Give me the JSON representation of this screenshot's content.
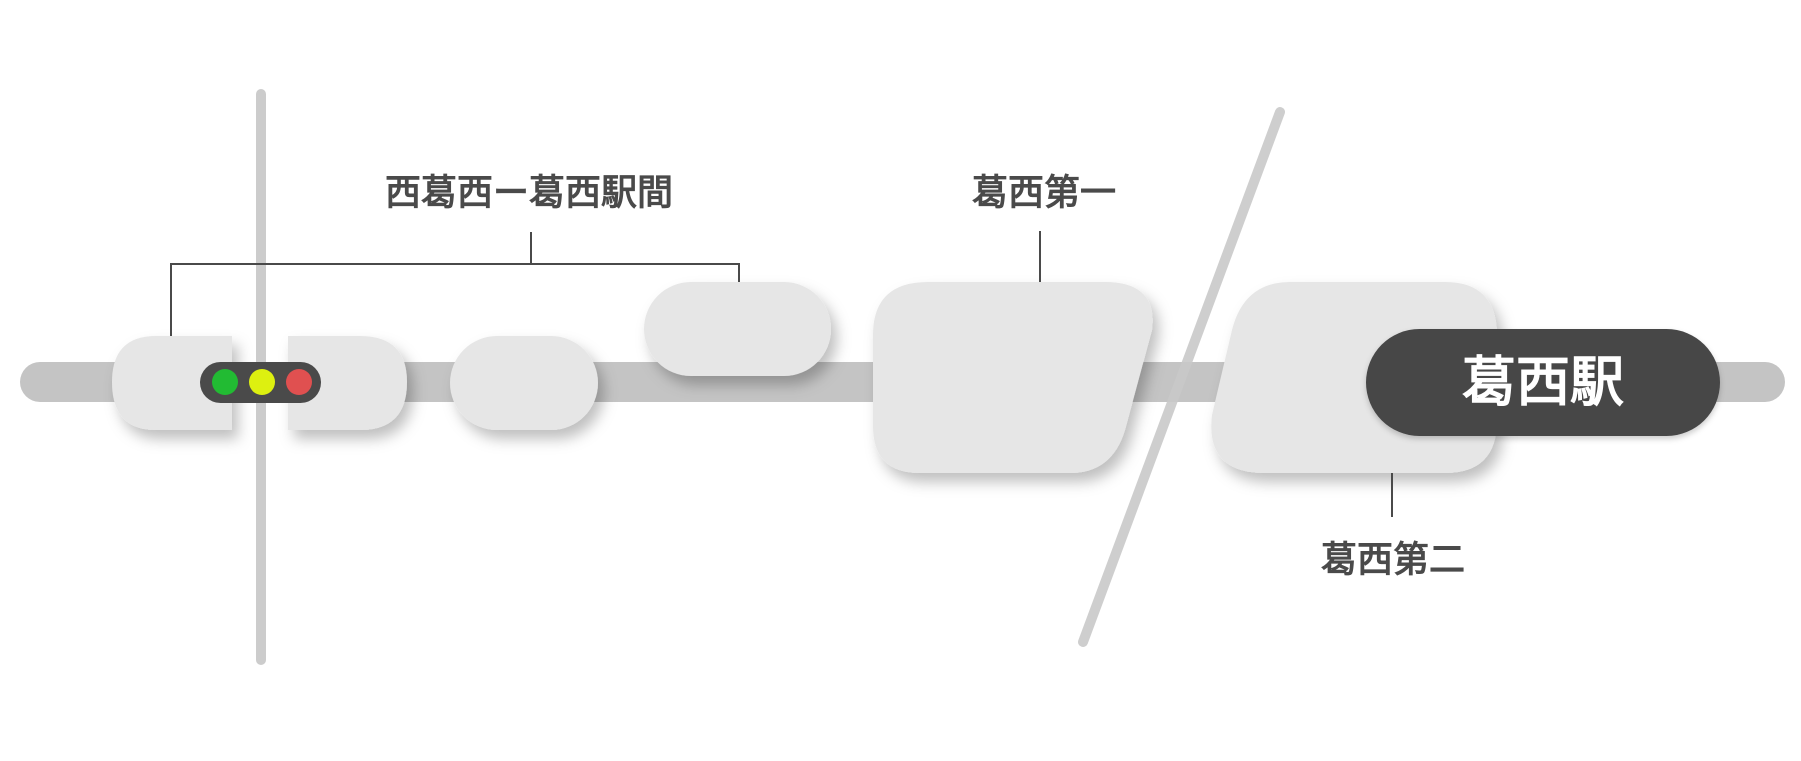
{
  "labels": {
    "section_label": "西葛西ー葛西駅間",
    "block_1_label": "葛西第一",
    "block_2_label": "葛西第二",
    "station_name": "葛西駅"
  },
  "signal": {
    "lamps": [
      {
        "name": "green",
        "color": "#22bb33"
      },
      {
        "name": "yellow",
        "color": "#ddf010"
      },
      {
        "name": "red",
        "color": "#e05050"
      }
    ]
  },
  "colors": {
    "track": "#c4c4c4",
    "block": "#e6e6e6",
    "divider": "#cccccc",
    "leader_line": "#4a4a4a",
    "label_text": "#4a4a4a",
    "station_badge": "#474747",
    "station_text": "#ffffff",
    "signal_body": "#4a4a4a"
  }
}
